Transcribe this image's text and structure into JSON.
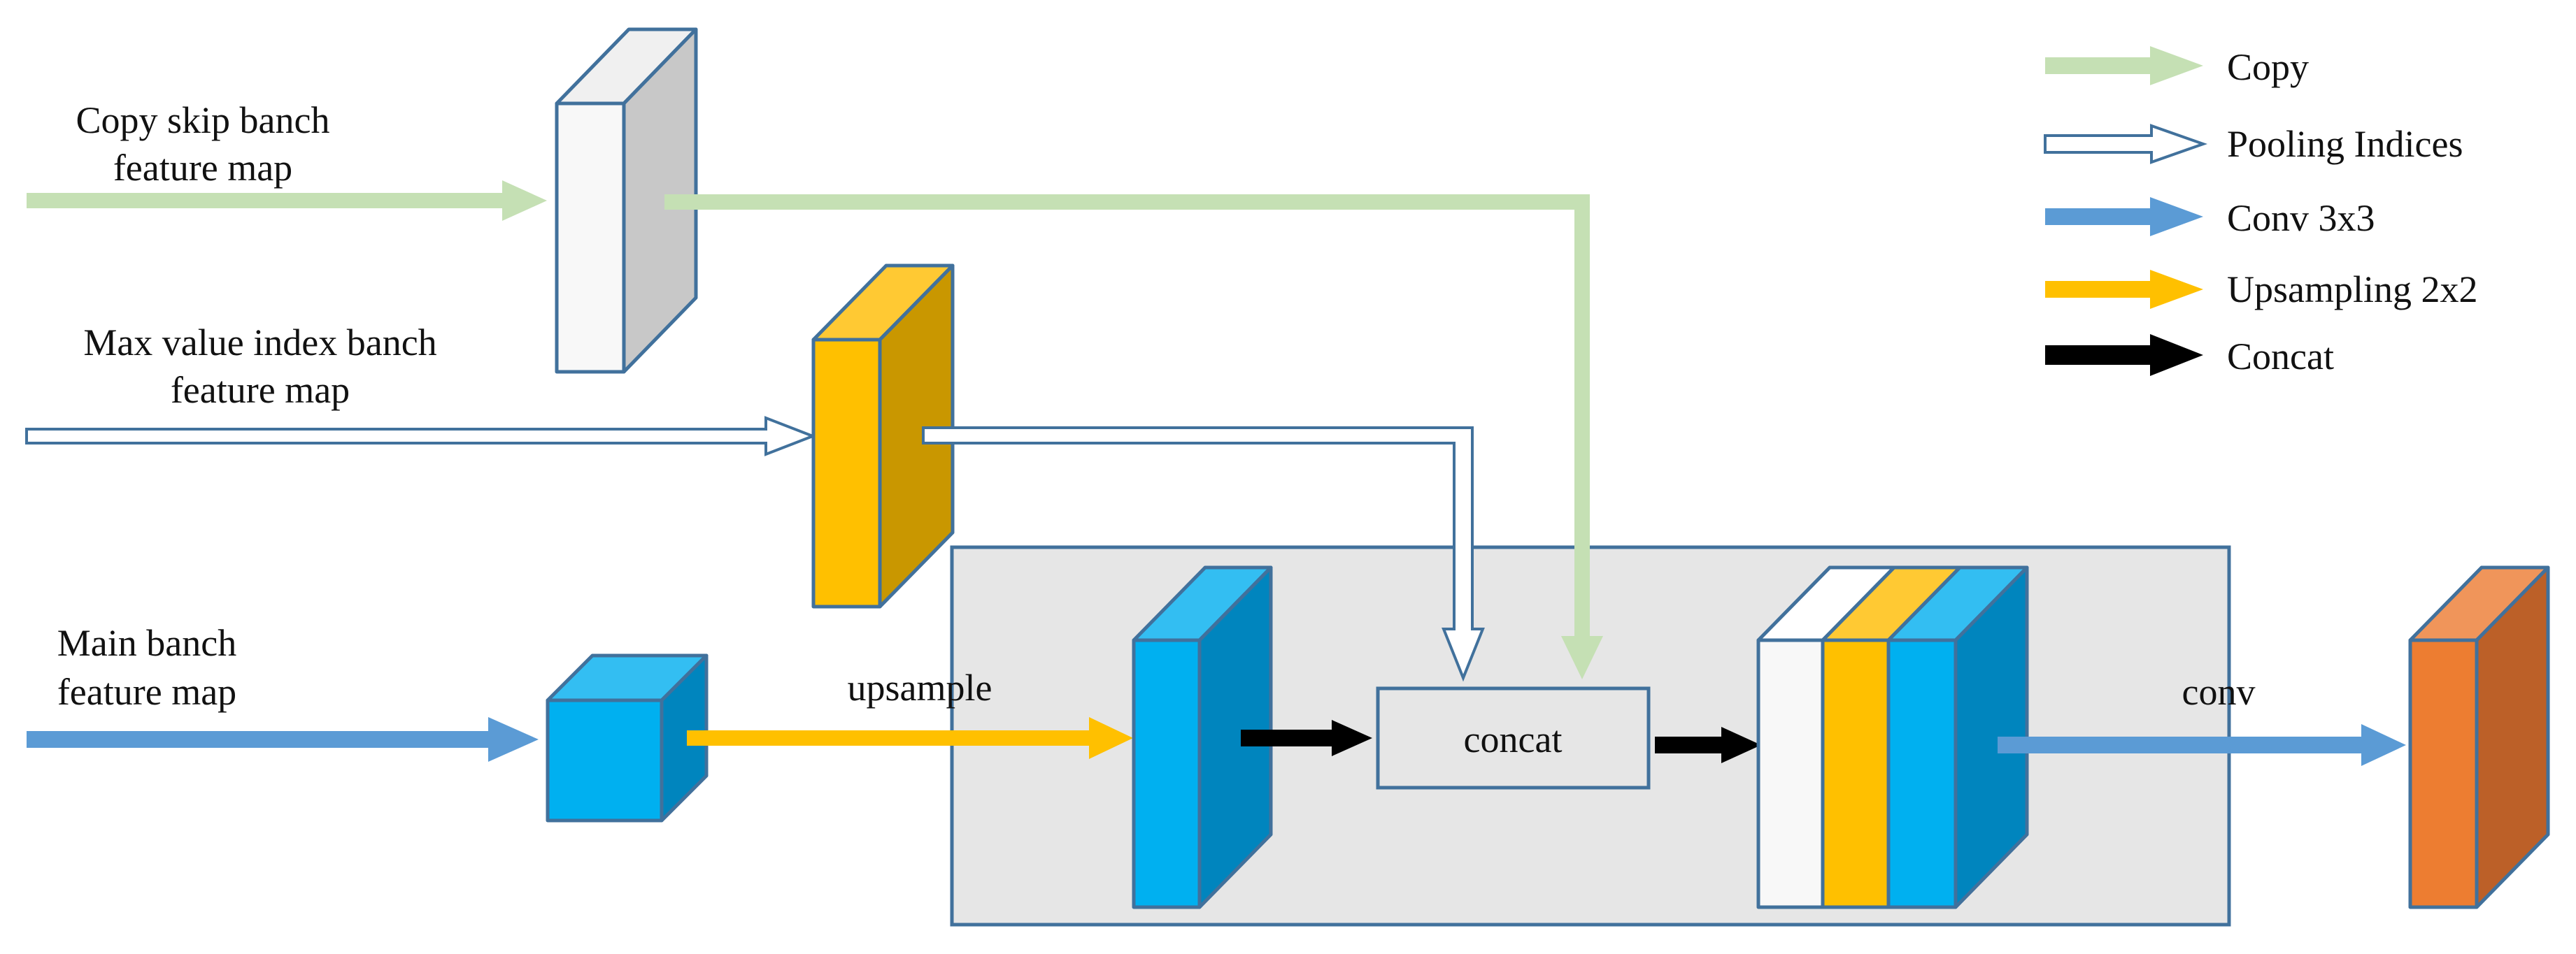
{
  "inputs": {
    "copy_skip": [
      "Copy skip banch",
      "feature map"
    ],
    "max_index": [
      "Max value index banch",
      "feature map"
    ],
    "main": [
      "Main banch",
      "feature map"
    ]
  },
  "ops": {
    "upsample": "upsample",
    "concat": "concat",
    "conv": "conv"
  },
  "legend": [
    {
      "label": "Copy",
      "kind": "solid",
      "color": "#c5e0b4"
    },
    {
      "label": "Pooling Indices",
      "kind": "hollow",
      "color": "#41719c"
    },
    {
      "label": "Conv 3x3",
      "kind": "solid",
      "color": "#5b9bd5"
    },
    {
      "label": "Upsampling 2x2",
      "kind": "solid",
      "color": "#ffc000"
    },
    {
      "label": "Concat",
      "kind": "solid",
      "color": "#000000"
    }
  ],
  "colors": {
    "copy_arrow": "#c5e0b4",
    "pooling_outline": "#41719c",
    "conv_arrow": "#5b9bd5",
    "upsample_arrow": "#ffc000",
    "concat_arrow": "#000000",
    "block_gray_front": "#f8f8f8",
    "block_gray_side": "#c8c8c8",
    "block_yellow_front": "#ffc000",
    "block_yellow_side": "#c99700",
    "block_yellow_top": "#ffc933",
    "block_blue_front": "#00b0f0",
    "block_blue_side": "#0085be",
    "block_blue_top": "#33bef2",
    "block_orange_front": "#ed7d31",
    "block_orange_side": "#bc6028",
    "block_orange_top": "#f0955a",
    "region_fill": "#e6e6e6",
    "region_stroke": "#41719c"
  }
}
